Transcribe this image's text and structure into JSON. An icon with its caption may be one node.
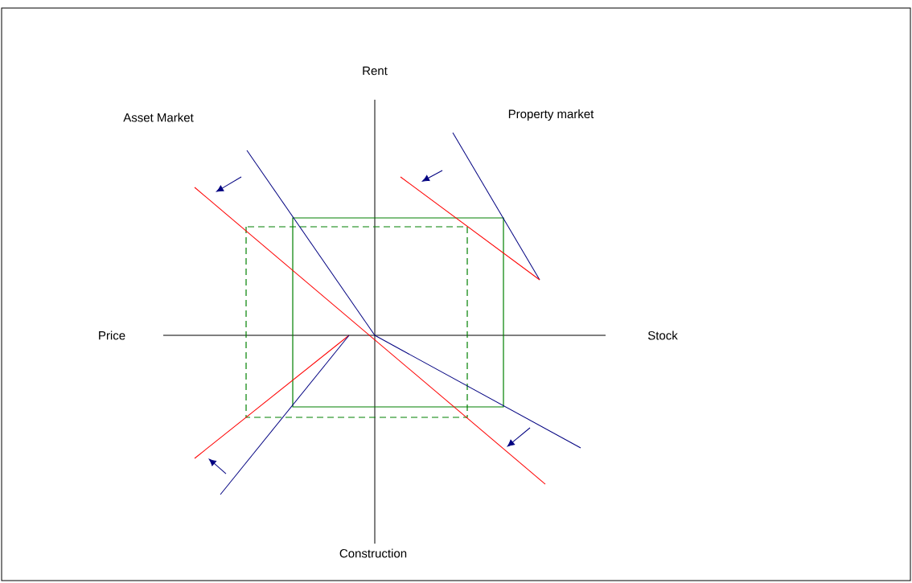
{
  "diagram": {
    "labels": [
      "Rent",
      "Asset Market",
      "Property market",
      "Price",
      "Stock",
      "Construction"
    ]
  }
}
